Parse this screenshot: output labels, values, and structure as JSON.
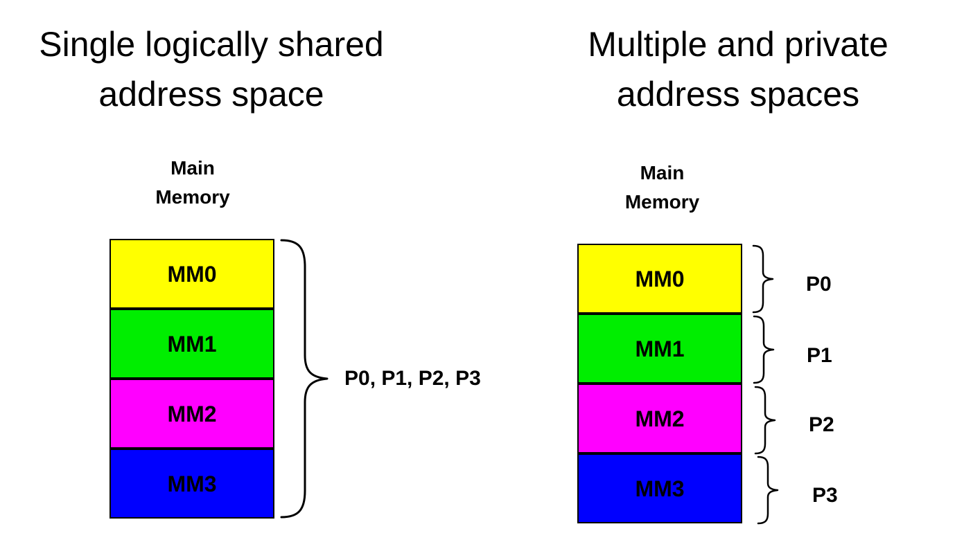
{
  "left": {
    "title": "Single logically shared\naddress space",
    "memory_heading": "Main\nMemory",
    "blocks": [
      {
        "label": "MM0",
        "color": "#FFFF00"
      },
      {
        "label": "MM1",
        "color": "#00EE00"
      },
      {
        "label": "MM2",
        "color": "#FF00FF"
      },
      {
        "label": "MM3",
        "color": "#0000FF"
      }
    ],
    "brace_label": "P0, P1, P2, P3"
  },
  "right": {
    "title": "Multiple and private\naddress spaces",
    "memory_heading": "Main\nMemory",
    "blocks": [
      {
        "label": "MM0",
        "color": "#FFFF00",
        "processor": "P0"
      },
      {
        "label": "MM1",
        "color": "#00EE00",
        "processor": "P1"
      },
      {
        "label": "MM2",
        "color": "#FF00FF",
        "processor": "P2"
      },
      {
        "label": "MM3",
        "color": "#0000FF",
        "processor": "P3"
      }
    ]
  },
  "style": {
    "background": "#FFFFFF",
    "stroke": "#000000",
    "text": "#000000"
  }
}
